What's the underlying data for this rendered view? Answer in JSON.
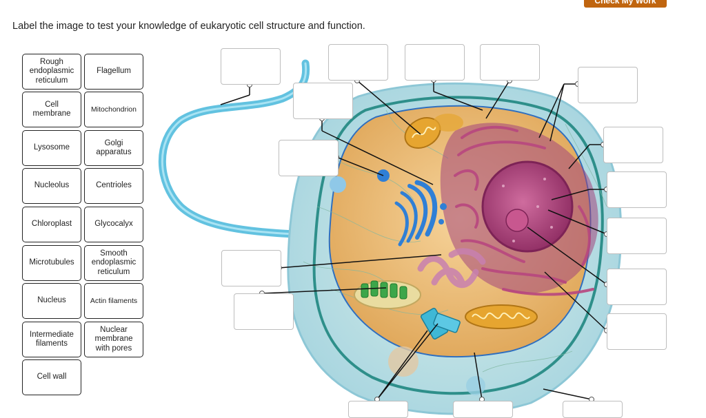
{
  "header": {
    "check_label": "Check My Work",
    "instructions": "Label the image to test your knowledge of eukaryotic cell structure and function."
  },
  "label_bank": [
    "Rough\nendoplasmic\nreticulum",
    "Flagellum",
    "Cell\nmembrane",
    "Mitochondrion",
    "Lysosome",
    "Golgi\napparatus",
    "Nucleolus",
    "Centrioles",
    "Chloroplast",
    "Glycocalyx",
    "Microtubules",
    "Smooth\nendoplasmic\nreticulum",
    "Nucleus",
    "Actin filaments",
    "Intermediate\nfilaments",
    "Nuclear\nmembrane\nwith pores",
    "Cell wall"
  ],
  "colors": {
    "accent": "#c0650f",
    "tile_border": "#222222",
    "drop_border": "#bdbdbd",
    "leader_line": "#111111",
    "flagellum": "#62c2e0",
    "cell_wall": "#b9dde6",
    "cytoplasm": "#e8b875",
    "nucleus": "#b53f7a",
    "golgi": "#2f7fd6",
    "mitochondrion": "#e6a530",
    "chloroplast": "#3da64a"
  }
}
